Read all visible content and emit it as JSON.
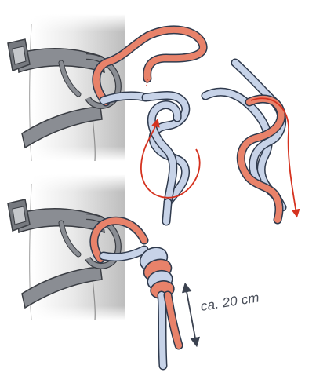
{
  "annotation": {
    "length_label": "ca. 20 cm"
  },
  "colors": {
    "rope_orange": "#e8826a",
    "rope_blue": "#c7d3e8",
    "rope_outline": "#2f3a4d",
    "harness_gray": "#8a8d93",
    "harness_dark": "#55585e",
    "body_light": "#f0f0f0",
    "body_shade": "#c9c9c9",
    "arrow_red": "#d5321f"
  },
  "panels": [
    "top-left-harness-tie-in",
    "top-middle-figure-eight-start",
    "top-right-figure-eight-retrace",
    "bottom-left-finished-knot"
  ]
}
